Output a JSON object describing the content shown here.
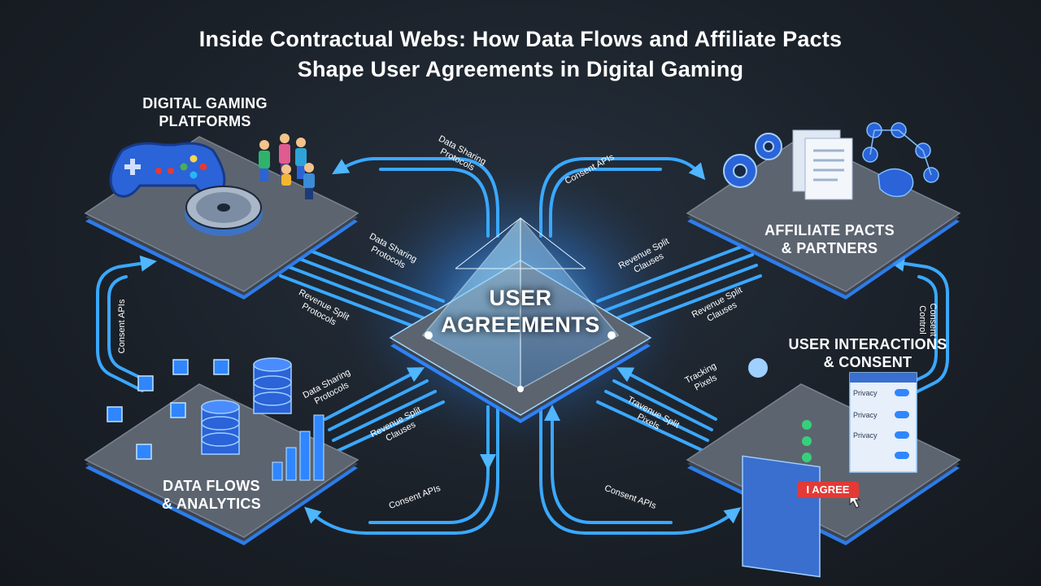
{
  "title": {
    "line1": "Inside Contractual Webs: How Data Flows and Affiliate Pacts",
    "line2": "Shape User Agreements in Digital Gaming"
  },
  "nodes": {
    "gaming": {
      "line1": "DIGITAL GAMING",
      "line2": "PLATFORMS"
    },
    "affiliate": {
      "line1": "AFFILIATE PACTS",
      "line2": "& PARTNERS"
    },
    "data": {
      "line1": "DATA FLOWS",
      "line2": "& ANALYTICS"
    },
    "users": {
      "line1": "USER INTERACTIONS",
      "line2": "& CONSENT"
    },
    "center": {
      "line1": "USER",
      "line2": "AGREEMENTS"
    }
  },
  "edge_labels": {
    "top_left_1": "Data Sharing",
    "top_left_2": "Protocols",
    "top_right": "Consent APIs",
    "ul_inner_a1": "Data Sharing",
    "ul_inner_a2": "Protocols",
    "ul_inner_b1": "Revenue Split",
    "ul_inner_b2": "Protocols",
    "ur_inner_a1": "Revenue Split",
    "ur_inner_a2": "Clauses",
    "ur_inner_b1": "Revenue Split",
    "ur_inner_b2": "Clauses",
    "left_vertical": "Consent APIs",
    "right_vertical_1": "Consent",
    "right_vertical_2": "Control",
    "ll_inner_a1": "Data Sharing",
    "ll_inner_a2": "Protocols",
    "ll_inner_b1": "Revenue Split",
    "ll_inner_b2": "Clauses",
    "lr_inner_a1": "Tracking",
    "lr_inner_a2": "Pixels",
    "lr_inner_b1": "Travenue Split",
    "lr_inner_b2": "Pixels",
    "bottom_left": "Consent APIs",
    "bottom_right": "Consent APIs"
  },
  "consent_panel": {
    "privacy_1": "Privacy",
    "privacy_2": "Privacy",
    "privacy_3": "Privacy",
    "agree_button": "I AGREE"
  },
  "colors": {
    "background": "#1b2129",
    "flow_blue": "#3aa8ff",
    "platform_top": "#5c6470",
    "agree_red": "#e53935"
  },
  "icons": [
    "gamepad-icon",
    "disc-icon",
    "people-icon",
    "gears-icon",
    "document-icon",
    "network-people-icon",
    "handshake-icon",
    "cubes-icon",
    "database-icon",
    "bar-chart-icon",
    "profile-card-icon",
    "cursor-icon"
  ]
}
